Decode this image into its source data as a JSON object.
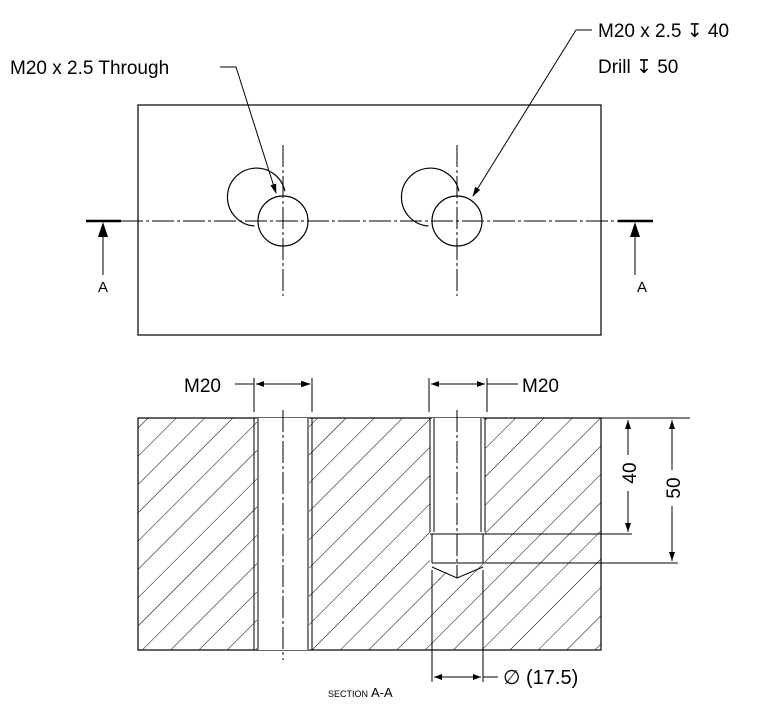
{
  "drawing": {
    "callout_left": "M20 x 2.5  Through",
    "callout_right_line1": "M20 x 2.5 ↧ 40",
    "callout_right_line2": "Drill ↧ 50",
    "section_marker_left": "A",
    "section_marker_right": "A",
    "dim_left_hole": "M20",
    "dim_right_hole": "M20",
    "dim_depth_thread": "40",
    "dim_depth_drill": "50",
    "dim_drill_diameter": "∅ (17.5)",
    "section_title_small": "SECTION",
    "section_title_large": "A-A"
  },
  "colors": {
    "line": "#000000",
    "background": "#ffffff"
  }
}
